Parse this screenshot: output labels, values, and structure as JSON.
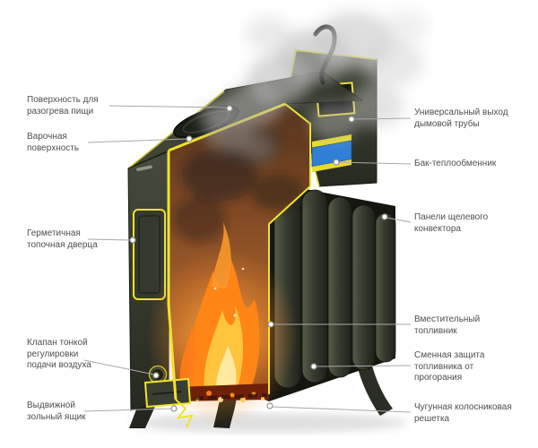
{
  "diagram": {
    "labels": {
      "left": [
        "Поверхность для разогрева пищи",
        "Варочная поверхность",
        "Герметичная топочная дверца",
        "Клапан тонкой регулировки подачи воздуха",
        "Выдвижной зольный ящик"
      ],
      "right": [
        "Универсальный выход дымовой трубы",
        "Бак-теплообменник",
        "Панели щелевого конвектора",
        "Вместительный топливник",
        "Сменная защита топливника от прогорания",
        "Чугунная колосниковая решетка"
      ]
    },
    "colors": {
      "cut_edge": "#f0e32b",
      "stove_body": "#3c4034",
      "firebox_interior": "#9c5c2c",
      "flame": "#ff8c1a",
      "tank_water": "#2f7fd6",
      "smoke": "#bdbdbd",
      "label_text": "#4f4f4f",
      "leader_line": "#a8a8a8"
    }
  }
}
